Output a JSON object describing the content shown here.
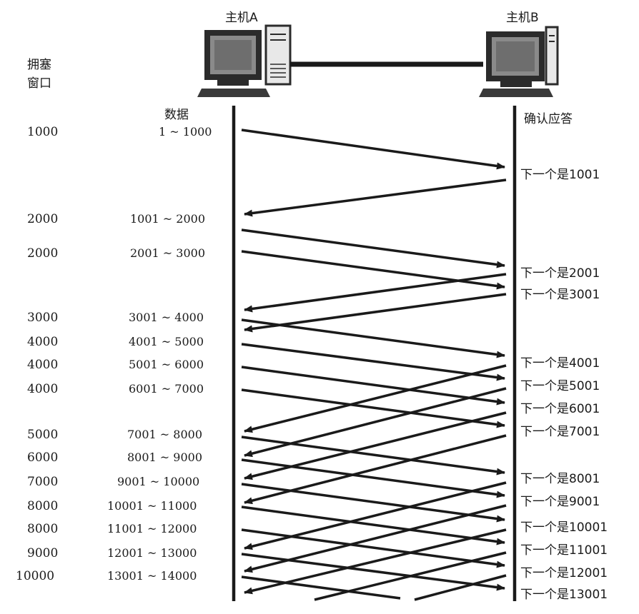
{
  "labels": {
    "host_a": "主机A",
    "host_b": "主机B",
    "cwnd_line1": "拥塞",
    "cwnd_line2": "窗口",
    "data_header": "数据",
    "ack_header": "确认应答"
  },
  "senders": [
    {
      "cwnd": "1000",
      "range": "1 ~ 1000"
    },
    {
      "cwnd": "2000",
      "range": "1001 ~ 2000"
    },
    {
      "cwnd": "2000",
      "range": "2001 ~ 3000"
    },
    {
      "cwnd": "3000",
      "range": "3001 ~ 4000"
    },
    {
      "cwnd": "4000",
      "range": "4001 ~ 5000"
    },
    {
      "cwnd": "4000",
      "range": "5001 ~ 6000"
    },
    {
      "cwnd": "4000",
      "range": "6001 ~ 7000"
    },
    {
      "cwnd": "5000",
      "range": "7001 ~ 8000"
    },
    {
      "cwnd": "6000",
      "range": "8001 ~ 9000"
    },
    {
      "cwnd": "7000",
      "range": "9001 ~ 10000"
    },
    {
      "cwnd": "8000",
      "range": "10001 ~ 11000"
    },
    {
      "cwnd": "8000",
      "range": "11001 ~ 12000"
    },
    {
      "cwnd": "9000",
      "range": "12001 ~ 13000"
    },
    {
      "cwnd": "10000",
      "range": "13001 ~ 14000"
    }
  ],
  "acks": [
    "下一个是1001",
    "下一个是2001",
    "下一个是3001",
    "下一个是4001",
    "下一个是5001",
    "下一个是6001",
    "下一个是7001",
    "下一个是8001",
    "下一个是9001",
    "下一个是10001",
    "下一个是11001",
    "下一个是12001",
    "下一个是13001"
  ]
}
